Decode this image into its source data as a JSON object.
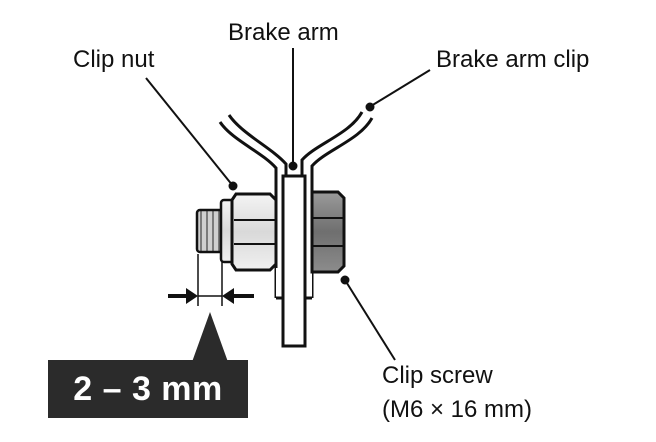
{
  "labels": {
    "clip_nut": "Clip nut",
    "brake_arm": "Brake arm",
    "brake_arm_clip": "Brake arm clip",
    "clip_screw_line1": "Clip screw",
    "clip_screw_line2": "(M6 × 16 mm)"
  },
  "gap_callout": "2 – 3 mm",
  "colors": {
    "outline": "#111111",
    "part_fill": "#e6e6e6",
    "nut_right_fill": "#8a8a8a",
    "callout_fill": "#2b2b2b",
    "callout_text": "#ffffff"
  }
}
